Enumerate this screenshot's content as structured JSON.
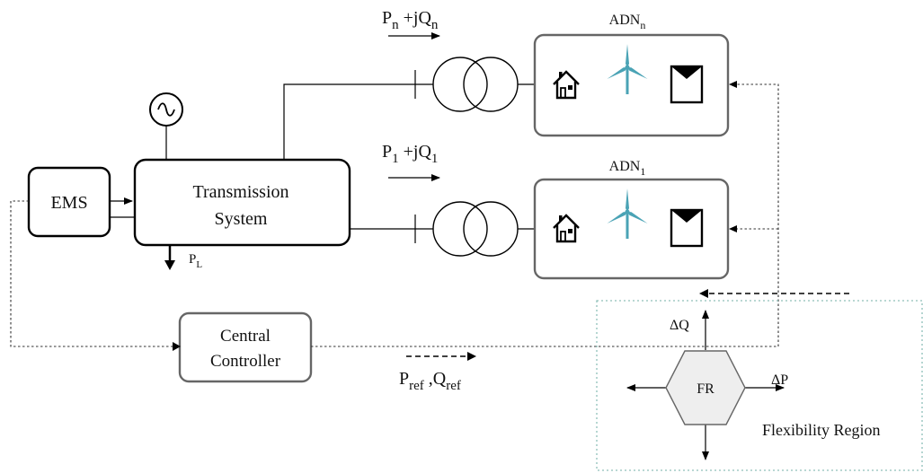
{
  "blocks": {
    "ems": "EMS",
    "transmission_line1": "Transmission",
    "transmission_line2": "System",
    "central_line1": "Central",
    "central_line2": "Controller",
    "fr": "FR"
  },
  "labels": {
    "adn_n_main": "ADN",
    "adn_n_sub": "n",
    "adn_1_main": "ADN",
    "adn_1_sub": "1",
    "load_main": "P",
    "load_sub": "L",
    "flex_region": "Flexibility Region",
    "delta_q": "ΔQ",
    "delta_p": "ΔP"
  },
  "flows": {
    "top": {
      "p": "P",
      "p_sub": "n",
      "q": " +jQ",
      "q_sub": "n"
    },
    "bottom": {
      "p": "P",
      "p_sub": "1",
      "q": " +jQ",
      "q_sub": "1"
    },
    "ref": {
      "p": "P",
      "p_sub": "ref",
      "sep": " ,Q",
      "q_sub": "ref"
    }
  },
  "colors": {
    "line": "#000000",
    "box_stroke": "#666666",
    "turbine": "#4aa3b5",
    "fr_fill": "#eeeeee",
    "flex_border": "#8fbfb9"
  }
}
